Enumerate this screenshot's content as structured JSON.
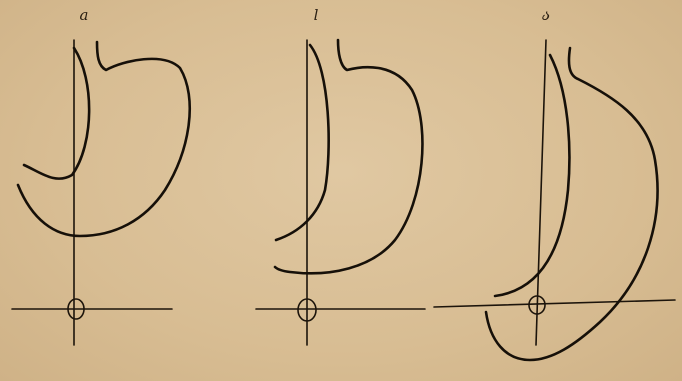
{
  "figures": [
    {
      "id": "a",
      "label": "a"
    },
    {
      "id": "b",
      "label": "l"
    },
    {
      "id": "c",
      "label": "ა"
    }
  ],
  "colors": {
    "paper": "#d9bf96",
    "ink": "#161009"
  }
}
